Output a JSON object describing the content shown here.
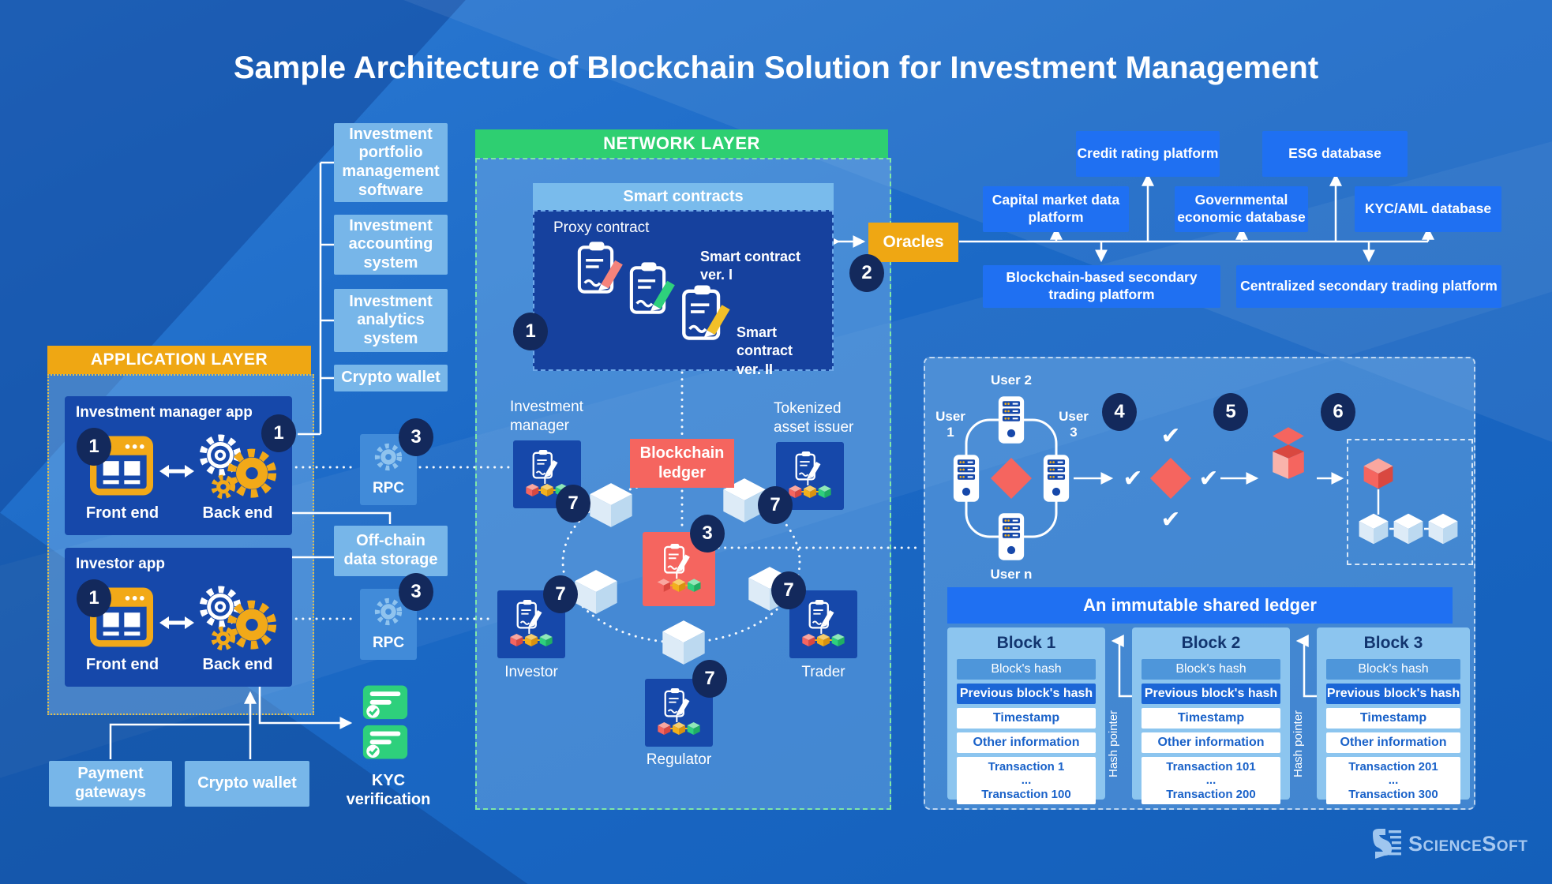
{
  "title": "Sample Architecture of Blockchain Solution for Investment Management",
  "badges": {
    "n1": "1",
    "n2": "2",
    "n3": "3",
    "n4": "4",
    "n5": "5",
    "n6": "6",
    "n7": "7"
  },
  "application_layer": {
    "header": "APPLICATION LAYER",
    "systems": [
      "Investment portfolio management software",
      "Investment accounting system",
      "Investment analytics system",
      "Crypto wallet"
    ],
    "manager_app": {
      "title": "Investment manager app",
      "front": "Front end",
      "back": "Back end"
    },
    "investor_app": {
      "title": "Investor app",
      "front": "Front end",
      "back": "Back end"
    },
    "payment_gateways": "Payment gateways",
    "crypto_wallet": "Crypto wallet",
    "kyc_verification": "KYC verification",
    "off_chain": "Off-chain\ndata storage",
    "rpc": "RPC"
  },
  "network_layer": {
    "header": "NETWORK LAYER",
    "smart_contracts": {
      "title": "Smart contracts",
      "proxy": "Proxy contract",
      "ver1": "Smart contract\nver. I",
      "ver2": "Smart contract\nver. II"
    },
    "blockchain_ledger": "Blockchain\nledger",
    "actors": {
      "investment_manager": "Investment manager",
      "tokenized_asset_issuer": "Tokenized asset issuer",
      "investor": "Investor",
      "regulator": "Regulator",
      "trader": "Trader"
    }
  },
  "oracles": {
    "label": "Oracles",
    "row1": [
      "Credit rating platform",
      "ESG database"
    ],
    "row2": [
      "Capital market data platform",
      "Governmental economic database",
      "KYC/AML database"
    ],
    "platforms": [
      "Blockchain-based secondary trading platform",
      "Centralized secondary trading platform"
    ]
  },
  "consensus": {
    "user_top": "User 2",
    "user_left_1": "User",
    "user_left_2": "1",
    "user_right_1": "User",
    "user_right_2": "3",
    "user_bottom": "User n"
  },
  "ledger": {
    "title": "An immutable shared ledger",
    "hash_pointer": "Hash pointer",
    "blocks": [
      {
        "name": "Block 1",
        "hash": "Block's hash",
        "prev": "Previous block's hash",
        "timestamp": "Timestamp",
        "other": "Other information",
        "tx_first": "Transaction 1",
        "dots": "...",
        "tx_last": "Transaction 100"
      },
      {
        "name": "Block 2",
        "hash": "Block's hash",
        "prev": "Previous block's hash",
        "timestamp": "Timestamp",
        "other": "Other information",
        "tx_first": "Transaction 101",
        "dots": "...",
        "tx_last": "Transaction 200"
      },
      {
        "name": "Block 3",
        "hash": "Block's hash",
        "prev": "Previous block's hash",
        "timestamp": "Timestamp",
        "other": "Other information",
        "tx_first": "Transaction 201",
        "dots": "...",
        "tx_last": "Transaction 300"
      }
    ]
  },
  "footer": {
    "brand": "ScienceSoft"
  },
  "colors": {
    "accent_orange": "#efa713",
    "accent_green": "#2ecf71",
    "accent_red": "#f5655f",
    "royal_blue": "#1648aa",
    "bright_blue": "#1f70f2",
    "light_blue_box": "#77b6e9",
    "navy_badge": "#13295c"
  }
}
